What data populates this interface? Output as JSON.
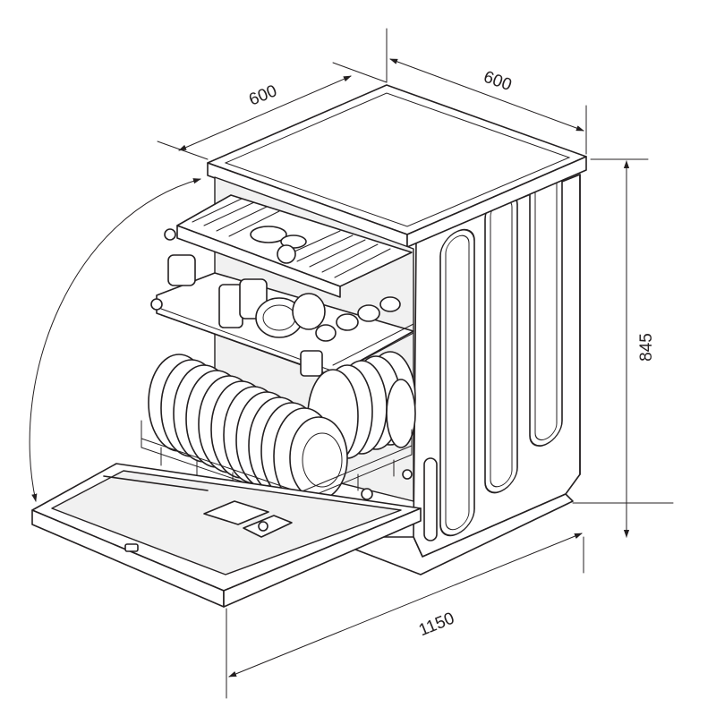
{
  "diagram": {
    "dimensions": {
      "top_depth": "600",
      "top_width": "600",
      "height": "845",
      "open_depth": "1150"
    }
  }
}
